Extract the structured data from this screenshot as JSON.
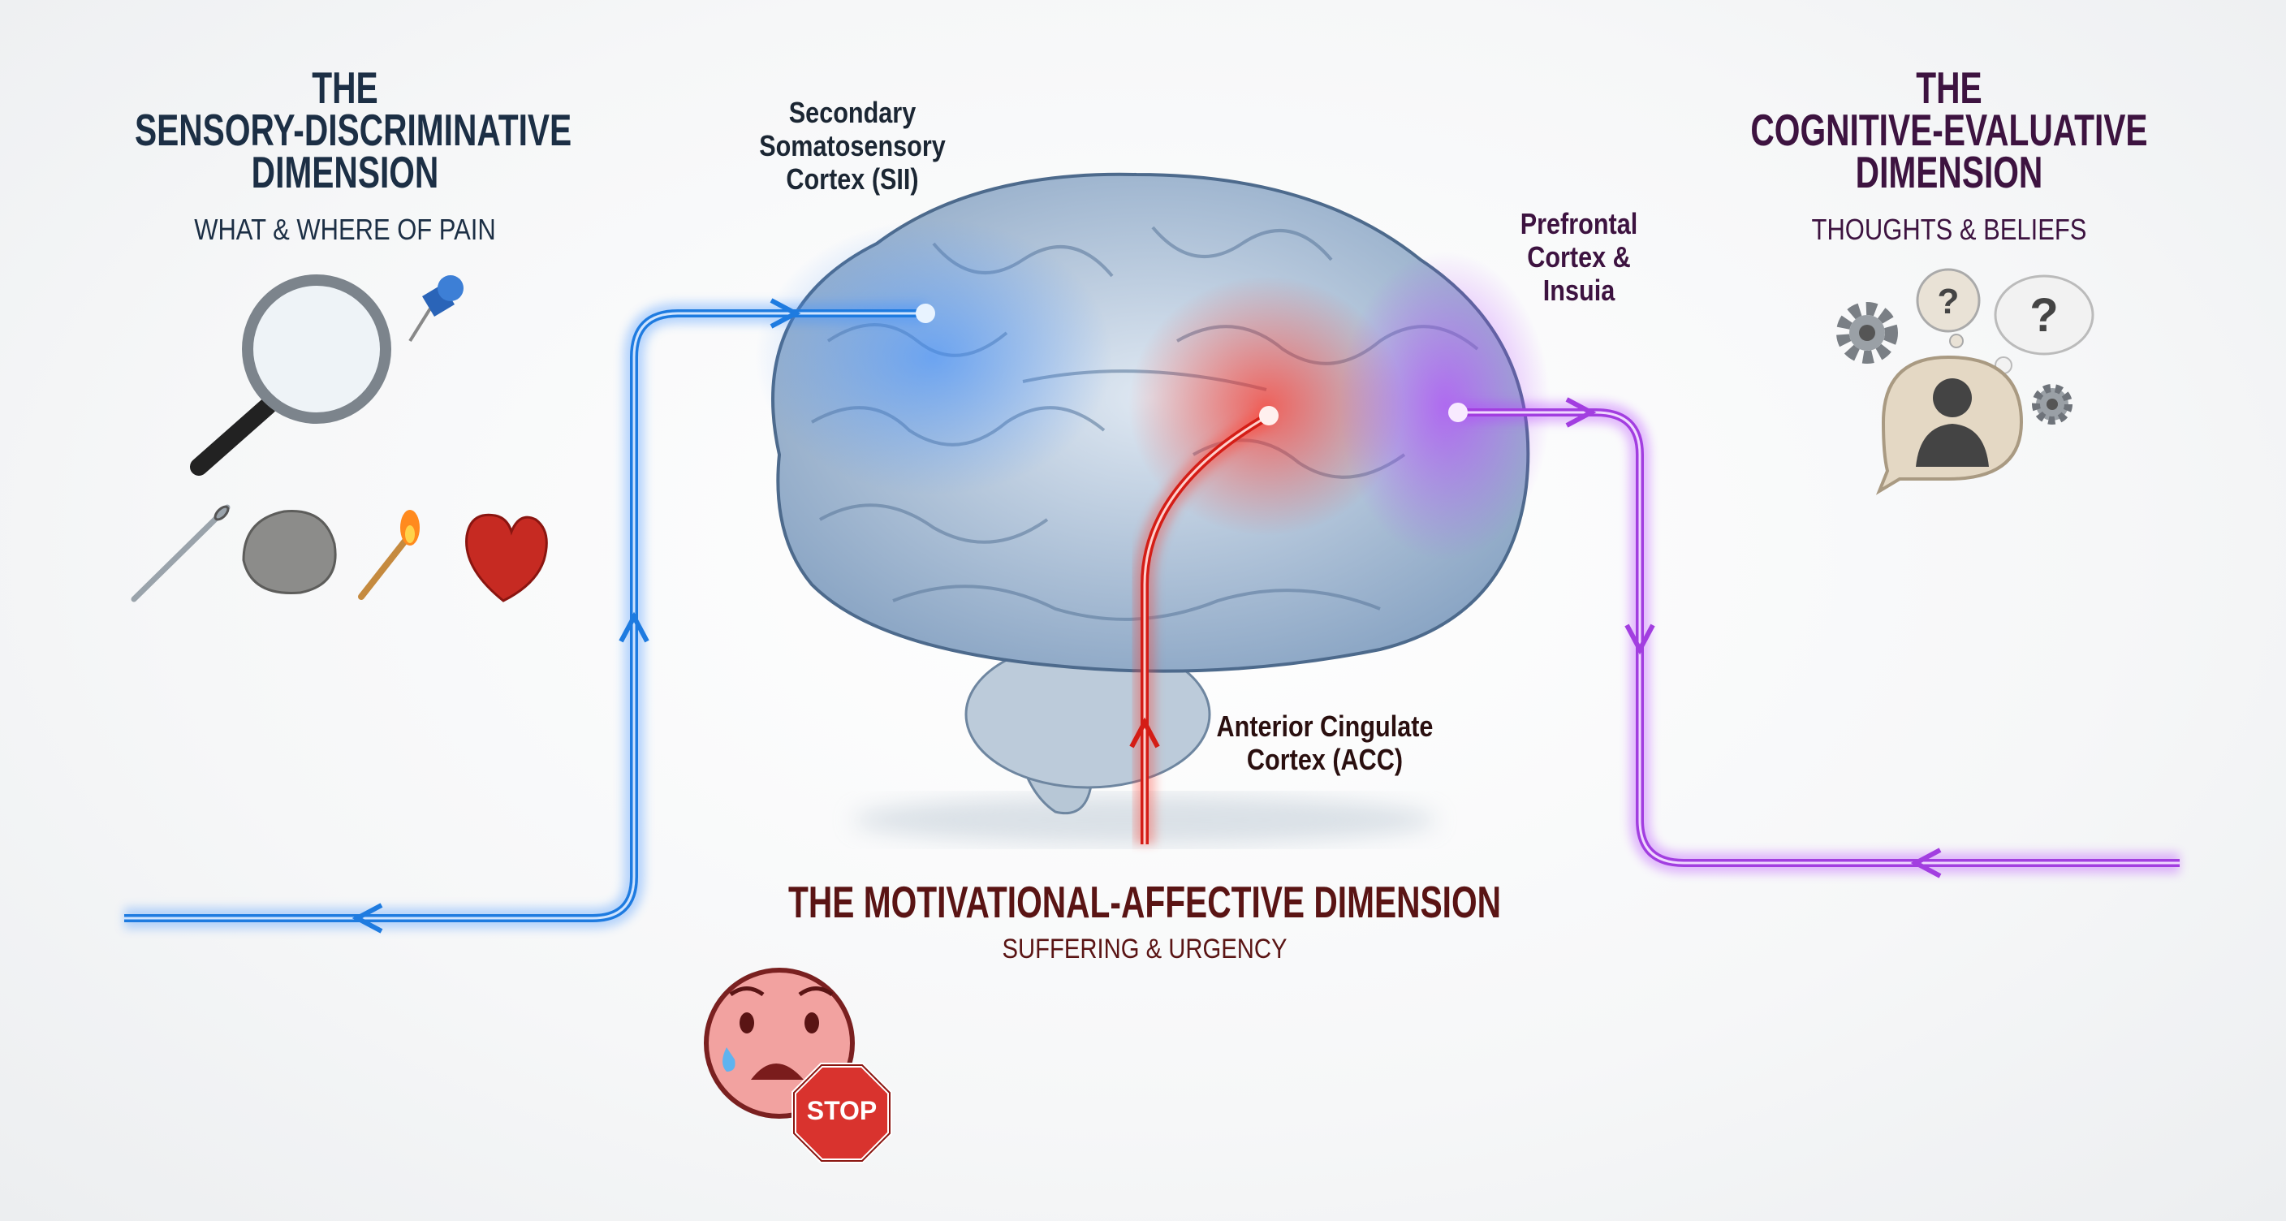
{
  "sensory": {
    "title_lines": [
      "THE",
      "SENSORY-DISCRIMINATIVE",
      "DIMENSION"
    ],
    "subtitle": "WHAT & WHERE OF PAIN",
    "region_label_lines": [
      "Secondary",
      "Somatosensory",
      "Cortex (SII)"
    ],
    "color": "#1e7be0",
    "icons": [
      "magnifier-icon",
      "pushpin-icon",
      "needle-icon",
      "rock-icon",
      "match-icon",
      "heart-icon"
    ]
  },
  "cognitive": {
    "title_lines": [
      "THE",
      "COGNITIVE-EVALUATIVE",
      "DIMENSION"
    ],
    "subtitle": "THOUGHTS & BELIEFS",
    "region_label_lines": [
      "Prefrontal",
      "Cortex &",
      "Insuia"
    ],
    "color": "#a23ee0",
    "icons": [
      "gear-icon",
      "question-bubble-icon",
      "person-thought-icon"
    ]
  },
  "affective": {
    "title": "THE MOTIVATIONAL-AFFECTIVE DIMENSION",
    "subtitle": "SUFFERING & URGENCY",
    "region_label_lines": [
      "Anterior Cingulate",
      "Cortex (ACC)"
    ],
    "color": "#e0231c",
    "stop_sign_text": "STOP",
    "icons": [
      "sad-face-icon",
      "stop-sign-icon"
    ]
  }
}
